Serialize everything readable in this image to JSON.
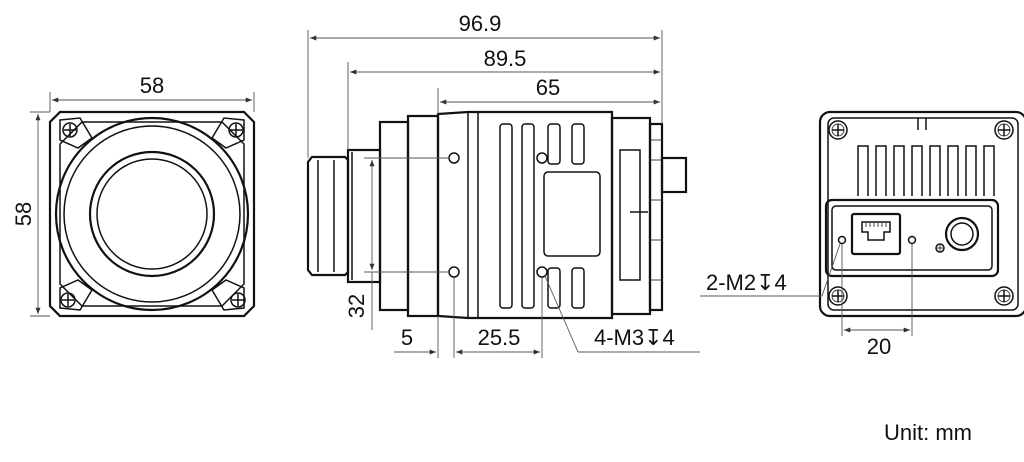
{
  "dimensions": {
    "front_width": "58",
    "front_height": "58",
    "side_total_length": "96.9",
    "side_length_2": "89.5",
    "side_body_length": "65",
    "side_hole_spacing_vertical": "32",
    "side_offset_small": "5",
    "side_hole_spacing_horizontal": "25.5",
    "side_thread_callout": "4-M3↧4",
    "rear_thread_callout": "2-M2↧4",
    "rear_hole_spacing": "20"
  },
  "unit_label": "Unit: mm"
}
